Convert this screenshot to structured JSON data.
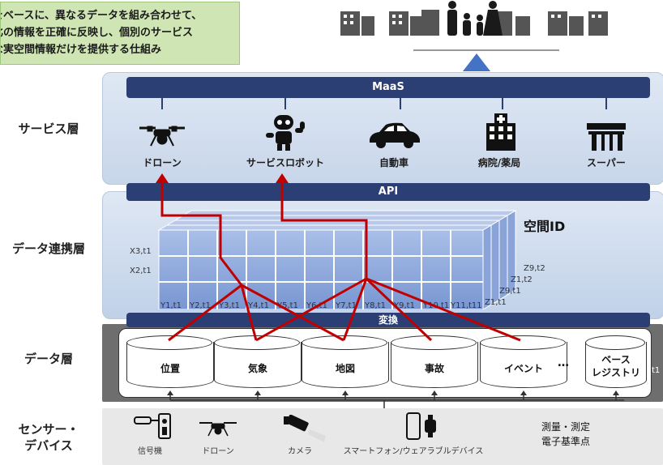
{
  "top_note": {
    "lines": [
      "をベースに、異なるデータを組み合わせて、",
      "比の情報を正確に反映し、個別のサービス",
      "な実空間情報だけを提供する仕組み"
    ]
  },
  "layers": {
    "service": "サービス層",
    "cooperation": "データ連携層",
    "data": "データ層",
    "sensor_line1": "センサー・",
    "sensor_line2": "デバイス"
  },
  "bars": {
    "maas": "MaaS",
    "api": "API",
    "conversion": "変換"
  },
  "services": [
    {
      "label": "ドローン",
      "icon": "drone-icon"
    },
    {
      "label": "サービスロボット",
      "icon": "robot-icon"
    },
    {
      "label": "自動車",
      "icon": "car-icon"
    },
    {
      "label": "病院/薬局",
      "icon": "hospital-icon"
    },
    {
      "label": "スーパー",
      "icon": "supermarket-icon"
    }
  ],
  "spatial_id": {
    "title": "空間ID",
    "left_ticks": [
      "X3,t1",
      "X2,t1"
    ],
    "bottom_ticks": [
      "Y1,t1",
      "Y2,t1",
      "Y3,t1",
      "Y4,t1",
      "Y5,t1",
      "Y6,t1",
      "Y7,t1",
      "Y8,t1",
      "Y9,t1",
      "Y10,t1",
      "Y11,t11"
    ],
    "right_ticks": [
      "Z9,t2",
      "Z1,t2",
      "Z9,t1",
      "Z1,t1"
    ]
  },
  "data_stores": [
    {
      "label": "位置"
    },
    {
      "label": "気象"
    },
    {
      "label": "地図"
    },
    {
      "label": "事故"
    },
    {
      "label": "イベント"
    },
    {
      "label": "ベース\nレジストリ"
    }
  ],
  "ellipsis": "…",
  "store_suffix": "t1",
  "sensors": [
    {
      "label": "信号機",
      "icon": "traffic-signal-icon"
    },
    {
      "label": "ドローン",
      "icon": "drone-icon"
    },
    {
      "label": "カメラ",
      "icon": "camera-icon"
    },
    {
      "label": "スマートフォン/ウェアラブルデバイス",
      "icon": "smartphone-icon"
    }
  ],
  "survey": {
    "line1": "測量・測定",
    "line2": "電子基準点"
  },
  "colors": {
    "bar_navy": "#2b3f74",
    "link_red": "#c00000",
    "cube_blue": "#8fa9dc",
    "band_gray": "#6e6e6e",
    "note_green": "#cfe6b4",
    "arrow_blue": "#4472c4"
  }
}
